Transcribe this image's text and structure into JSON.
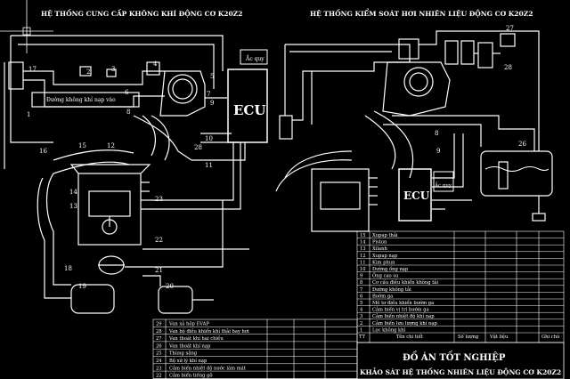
{
  "titles": {
    "left": "HỆ THỐNG CUNG CẤP KHÔNG KHÍ ĐỘNG CƠ K20Z2",
    "right": "HỆ THỐNG KIỂM SOÁT HƠI NHIÊN LIỆU ĐỘNG CƠ K20Z2"
  },
  "labels": {
    "ecu": "ECU",
    "ac_quy": "Ắc quy",
    "intake_note": "Đường không khí nạp vào"
  },
  "callouts_left": [
    "17",
    "1",
    "2",
    "3",
    "4",
    "5",
    "6",
    "7",
    "8",
    "9",
    "10",
    "11",
    "12",
    "13",
    "14",
    "15",
    "16",
    "18",
    "19",
    "20",
    "21",
    "22",
    "23",
    "28"
  ],
  "callouts_right": [
    "8",
    "9",
    "26",
    "27",
    "28"
  ],
  "parts_table_bottom": [
    {
      "no": "29",
      "name": "Van xả hộp EVAP"
    },
    {
      "no": "28",
      "name": "Van bộ điều khiển khí thải bay hơi"
    },
    {
      "no": "27",
      "name": "Van thoát khí hai chiều"
    },
    {
      "no": "26",
      "name": "Van thoát khí nạp"
    },
    {
      "no": "25",
      "name": "Thùng xăng"
    },
    {
      "no": "24",
      "name": "Bộ xử lý khí nạp"
    },
    {
      "no": "23",
      "name": "Cảm biến nhiệt độ nước làm mát"
    },
    {
      "no": "22",
      "name": "Cảm biến tiếng gõ"
    }
  ],
  "parts_table_right": [
    {
      "no": "15",
      "name": "Xupap thải"
    },
    {
      "no": "14",
      "name": "Piston"
    },
    {
      "no": "13",
      "name": "Xilanh"
    },
    {
      "no": "12",
      "name": "Xupap nạp"
    },
    {
      "no": "11",
      "name": "Kim phun"
    },
    {
      "no": "10",
      "name": "Đường ống nạp"
    },
    {
      "no": "9",
      "name": "Ống cao su"
    },
    {
      "no": "8",
      "name": "Cơ cấu điều khiển không tải"
    },
    {
      "no": "7",
      "name": "Đường không tải"
    },
    {
      "no": "6",
      "name": "Bướm ga"
    },
    {
      "no": "5",
      "name": "Mô tơ điều khiển bướm ga"
    },
    {
      "no": "4",
      "name": "Cảm biến vị trí bướm ga"
    },
    {
      "no": "3",
      "name": "Cảm biến nhiệt độ khí nạp"
    },
    {
      "no": "2",
      "name": "Cảm biến lưu lượng khí nạp"
    },
    {
      "no": "1",
      "name": "Lọc không khí"
    }
  ],
  "table_header": {
    "tt": "TT",
    "name": "Tên chi tiết",
    "qty": "Số lượng",
    "material": "Vật liệu",
    "note": "Ghi chú"
  },
  "title_block": {
    "main": "ĐỒ ÁN TỐT NGHIỆP",
    "sub": "KHẢO SÁT HỆ THỐNG NHIÊN LIỆU ĐỘNG CƠ K20Z2"
  }
}
